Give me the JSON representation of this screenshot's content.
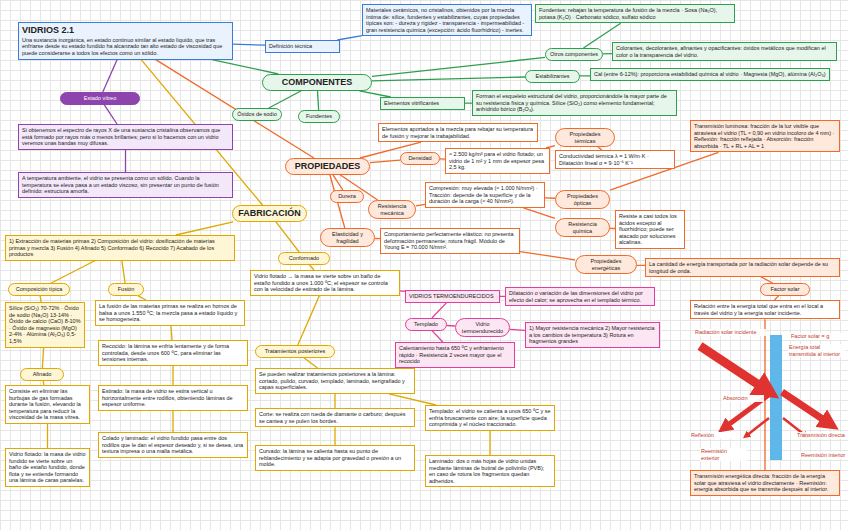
{
  "diagram": {
    "nodes": [
      {
        "text": [
          "VIDRIOS 2.1",
          "Una sustancia inorgánica, en estado continuo similar al estado líquido, que tras enfriarse desde su estado fundido ha alcanzado tan alto estado de viscosidad que puede considerarse a todos los efectos como un sólido."
        ]
      },
      {
        "text": [
          "Estado vítreo"
        ]
      },
      {
        "text": [
          "Si obtenemos el espectro de rayos X de una sustancia cristalina observamos que está formado por rayos más o menos brillantes; pero si lo hacemos con un vidrio veremos unas bandas muy difusas."
        ]
      },
      {
        "text": [
          "A temperatura ambiente, el vidrio se presenta como un sólido. Cuando la temperatura se eleva pasa a un estado viscoso, sin presentar un punto de fusión definido: estructura amorfa."
        ]
      },
      {
        "text": [
          "FABRICACIÓN"
        ]
      },
      {
        "text": [
          "1) Extracción de materias primas 2) Composición del vidrio: dosificación de materias primas y mezcla 3) Fusión 4) Afinado 5) Conformado 6) Recocido 7) Acabado de los productos"
        ]
      },
      {
        "text": [
          "Composición típica"
        ]
      },
      {
        "text": [
          "Sílice (SiO₂) 70-72% · Óxido de sodio (Na₂O) 13-14% · Óxido de calcio (CaO) 8-10% · Óxido de magnesio (MgO) 2-4% · Alúmina (Al₂O₃) 0,5-1,5%"
        ]
      },
      {
        "text": [
          "Fusión"
        ]
      },
      {
        "text": [
          "La fusión de las materias primas se realiza en hornos de balsa a unos 1.550 ºC; la mezcla pasa a estado líquido y se homogeneiza."
        ]
      },
      {
        "text": [
          "Afinado"
        ]
      },
      {
        "text": [
          "Consiste en eliminar las burbujas de gas formadas durante la fusión, elevando la temperatura para reducir la viscosidad de la masa vítrea."
        ]
      },
      {
        "text": [
          "Vidrio flotado: la masa de vidrio fundido se vierte sobre un baño de estaño fundido, donde flota y se extiende formando una lámina de caras paralelas."
        ]
      },
      {
        "text": [
          "Conformado"
        ]
      },
      {
        "text": [
          "Vidrio flotado → la masa se vierte sobre un baño de estaño fundido a unos 1.000 ºC; el espesor se controla con la velocidad de estirado de la lámina."
        ]
      },
      {
        "text": [
          "Recocido: la lámina se enfría lentamente y de forma controlada, desde unos 600 ºC, para eliminar las tensiones internas."
        ]
      },
      {
        "text": [
          "Estirado: la masa de vidrio se estira vertical u horizontalmente entre rodillos, obteniendo láminas de espesor uniforme."
        ]
      },
      {
        "text": [
          "Colado y laminado: el vidrio fundido pasa entre dos rodillos que le dan el espesor deseado y, si se desea, una textura impresa o una malla metálica."
        ]
      },
      {
        "text": [
          "Tratamientos posteriores"
        ]
      },
      {
        "text": [
          "Se pueden realizar tratamientos posteriores a la lámina: cortado, pulido, curvado, templado, laminado, serigrafiado y capas superficiales."
        ]
      },
      {
        "text": [
          "Corte: se realiza con rueda de diamante o carburo; después se cantea y se pulen los bordes."
        ]
      },
      {
        "text": [
          "Curvado: la lámina se calienta hasta su punto de reblandecimiento y se adapta por gravedad o presión a un molde."
        ]
      },
      {
        "text": [
          "Templado: el vidrio se calienta a unos 650 ºC y se enfría bruscamente con aire; la superficie queda comprimida y el núcleo traccionado."
        ]
      },
      {
        "text": [
          "Laminado: dos o más hojas de vidrio unidas mediante láminas de butiral de polivinilo (PVB); en caso de rotura los fragmentos quedan adheridos."
        ]
      },
      {
        "text": [
          "VIDRIOS TERMOENDURECIDOS"
        ]
      },
      {
        "text": [
          "Dilatación o variación de las dimensiones del vidrio por efecto del calor; se aprovecha en el templado térmico."
        ]
      },
      {
        "text": [
          "Templado"
        ]
      },
      {
        "text": [
          "Vidrio termoendurecido"
        ]
      },
      {
        "text": [
          "Calentamiento hasta 650 ºC y enfriamiento rápido · Resistencia 2 veces mayor que el recocido"
        ]
      },
      {
        "text": [
          "1) Mayor resistencia mecánica 2) Mayor resistencia a los cambios de temperatura 3) Rotura en fragmentos grandes"
        ]
      },
      {
        "text": [
          "Definición técnica"
        ]
      },
      {
        "text": [
          "Materiales cerámicos, no cristalinos, obtenidos por la mezcla íntima de: sílice, fundentes y estabilizantes, cuyas propiedades típicas son: - dureza y rigidez - transparencia - impermeabilidad - gran resistencia química (excepción: ácido fluorhídrico) - inertes."
        ]
      },
      {
        "text": [
          "COMPONENTES"
        ]
      },
      {
        "text": [
          "Óxidos de sodio"
        ]
      },
      {
        "text": [
          "Fundentes"
        ]
      },
      {
        "text": [
          "Elementos vitrificantes"
        ]
      },
      {
        "text": [
          "Forman el esqueleto estructural del vidrio, proporcionándole la mayor parte de su resistencia física y química. Sílice (SiO₂) como elemento fundamental; anhídrido bórico (B₂O₃)."
        ]
      },
      {
        "text": [
          "Fundentes: rebajan la temperatura de fusión de la mezcla · Sosa (Na₂O), potasa (K₂O) · Carbonato sódico, sulfato sódico"
        ]
      },
      {
        "text": [
          "Otros componentes"
        ]
      },
      {
        "text": [
          "Colorantes, decolorantes, afinantes y opacificantes: óxidos metálicos que modifican el color o la transparencia del vidrio."
        ]
      },
      {
        "text": [
          "Estabilizantes"
        ]
      },
      {
        "text": [
          "Cal (entre 6-12%): proporciona estabilidad química al vidrio · Magnesia (MgO), alúmina (Al₂O₃)"
        ]
      },
      {
        "text": [
          "PROPIEDADES"
        ]
      },
      {
        "text": [
          "Elementos aportados a la mezcla para rebajar su temperatura de fusión y mejorar la trabajabilidad."
        ]
      },
      {
        "text": [
          "Dureza"
        ]
      },
      {
        "text": [
          "Densidad"
        ]
      },
      {
        "text": [
          "≈ 2.500 kg/m³ para el vidrio flotado; un vidrio de 1 m² y 1 mm de espesor pesa 2,5 kg."
        ]
      },
      {
        "text": [
          "Resistencia mecánica"
        ]
      },
      {
        "text": [
          "Compresión: muy elevada (≈ 1.000 N/mm²) · Tracción: depende de la superficie y de la duración de la carga (≈ 40 N/mm²)."
        ]
      },
      {
        "text": [
          "Elasticidad y fragilidad"
        ]
      },
      {
        "text": [
          "Comportamiento perfectamente elástico: no presenta deformación permanente; rotura frágil. Módulo de Young E = 70.000 N/mm²."
        ]
      },
      {
        "text": [
          "Propiedades térmicas"
        ]
      },
      {
        "text": [
          "Conductividad térmica λ = 1 W/m·K · Dilatación lineal α = 9·10⁻⁶ K⁻¹"
        ]
      },
      {
        "text": [
          "Propiedades ópticas"
        ]
      },
      {
        "text": [
          "Resistencia química"
        ]
      },
      {
        "text": [
          "Resiste a casi todos los ácidos excepto al fluorhídrico; puede ser atacado por soluciones alcalinas."
        ]
      },
      {
        "text": [
          "Transmisión luminosa: fracción de la luz visible que atraviesa el vidrio (TL ≈ 0,90 en vidrio incoloro de 4 mm) · Reflexión: fracción reflejada · Absorción: fracción absorbida · TL + RL + AL = 1"
        ]
      },
      {
        "text": [
          "Propiedades energéticas"
        ]
      },
      {
        "text": [
          "La cantidad de energía transportada por la radiación solar depende de su longitud de onda."
        ]
      },
      {
        "text": [
          "Factor solar"
        ]
      },
      {
        "text": [
          "Relación entre la energía total que entra en el local a través del vidrio y la energía solar incidente."
        ]
      },
      {
        "text": [
          "Transmisión energética directa: fracción de la energía solar que atraviesa el vidrio directamente · Reemisión: energía absorbida que se transmite después al interior."
        ]
      }
    ],
    "edges": [
      {
        "from": 0,
        "to": 1,
        "arrow": "none"
      },
      {
        "from": 1,
        "to": 2,
        "arrow": "none"
      },
      {
        "from": 2,
        "to": 3,
        "arrow": "none"
      },
      {
        "from": 0,
        "to": 30,
        "arrow": "none"
      },
      {
        "from": 30,
        "to": 31,
        "arrow": "none"
      },
      {
        "from": 0,
        "to": 32,
        "arrow": "none"
      },
      {
        "from": 32,
        "to": 33,
        "arrow": "none"
      },
      {
        "from": 32,
        "to": 34,
        "arrow": "none"
      },
      {
        "from": 32,
        "to": 35,
        "arrow": "none"
      },
      {
        "from": 35,
        "to": 36,
        "arrow": "none"
      },
      {
        "from": 32,
        "to": 38,
        "arrow": "none"
      },
      {
        "from": 38,
        "to": 37,
        "arrow": "none"
      },
      {
        "from": 38,
        "to": 39,
        "arrow": "none"
      },
      {
        "from": 32,
        "to": 40,
        "arrow": "none"
      },
      {
        "from": 40,
        "to": 41,
        "arrow": "none"
      },
      {
        "from": 0,
        "to": 42,
        "arrow": "none"
      },
      {
        "from": 42,
        "to": 43,
        "arrow": "none"
      },
      {
        "from": 42,
        "to": 44,
        "arrow": "none"
      },
      {
        "from": 42,
        "to": 45,
        "arrow": "none"
      },
      {
        "from": 45,
        "to": 46,
        "arrow": "none"
      },
      {
        "from": 42,
        "to": 47,
        "arrow": "none"
      },
      {
        "from": 47,
        "to": 48,
        "arrow": "none"
      },
      {
        "from": 42,
        "to": 49,
        "arrow": "none"
      },
      {
        "from": 49,
        "to": 50,
        "arrow": "none"
      },
      {
        "from": 46,
        "to": 51,
        "arrow": "none"
      },
      {
        "from": 51,
        "to": 52,
        "arrow": "none"
      },
      {
        "from": 48,
        "to": 53,
        "arrow": "none"
      },
      {
        "from": 53,
        "to": 56,
        "arrow": "none"
      },
      {
        "from": 48,
        "to": 54,
        "arrow": "none"
      },
      {
        "from": 54,
        "to": 55,
        "arrow": "none"
      },
      {
        "from": 50,
        "to": 57,
        "arrow": "none"
      },
      {
        "from": 57,
        "to": 58,
        "arrow": "none"
      },
      {
        "from": 58,
        "to": 59,
        "arrow": "none"
      },
      {
        "from": 59,
        "to": 60,
        "arrow": "none"
      },
      {
        "from": 60,
        "to": 61,
        "arrow": "none"
      },
      {
        "from": 0,
        "to": 4,
        "arrow": "none"
      },
      {
        "from": 4,
        "to": 5,
        "arrow": "none"
      },
      {
        "from": 5,
        "to": 6,
        "arrow": "none"
      },
      {
        "from": 6,
        "to": 7,
        "arrow": "none"
      },
      {
        "from": 5,
        "to": 8,
        "arrow": "none"
      },
      {
        "from": 8,
        "to": 9,
        "arrow": "none"
      },
      {
        "from": 7,
        "to": 10,
        "arrow": "none"
      },
      {
        "from": 10,
        "to": 11,
        "arrow": "none"
      },
      {
        "from": 11,
        "to": 12,
        "arrow": "none"
      },
      {
        "from": 9,
        "to": 15,
        "arrow": "none"
      },
      {
        "from": 15,
        "to": 16,
        "arrow": "none"
      },
      {
        "from": 16,
        "to": 17,
        "arrow": "none"
      },
      {
        "from": 4,
        "to": 13,
        "arrow": "none"
      },
      {
        "from": 13,
        "to": 14,
        "arrow": "none"
      },
      {
        "from": 14,
        "to": 18,
        "arrow": "none"
      },
      {
        "from": 18,
        "to": 19,
        "arrow": "none"
      },
      {
        "from": 19,
        "to": 20,
        "arrow": "none"
      },
      {
        "from": 20,
        "to": 21,
        "arrow": "none"
      },
      {
        "from": 19,
        "to": 22,
        "arrow": "none"
      },
      {
        "from": 22,
        "to": 23,
        "arrow": "none"
      },
      {
        "from": 14,
        "to": 24,
        "arrow": "none"
      },
      {
        "from": 24,
        "to": 25,
        "arrow": "none"
      },
      {
        "from": 24,
        "to": 26,
        "arrow": "none"
      },
      {
        "from": 26,
        "to": 28,
        "arrow": "none"
      },
      {
        "from": 26,
        "to": 27,
        "arrow": "none"
      },
      {
        "from": 27,
        "to": 29,
        "arrow": "none"
      }
    ],
    "labels": [
      "Factor solar = g",
      "Energía total transmitida al interior",
      "Radiación solar incidente",
      "Reflexión",
      "Transmisión directa",
      "Absorción",
      "Reemisión interior",
      "Reemisión exterior"
    ]
  }
}
